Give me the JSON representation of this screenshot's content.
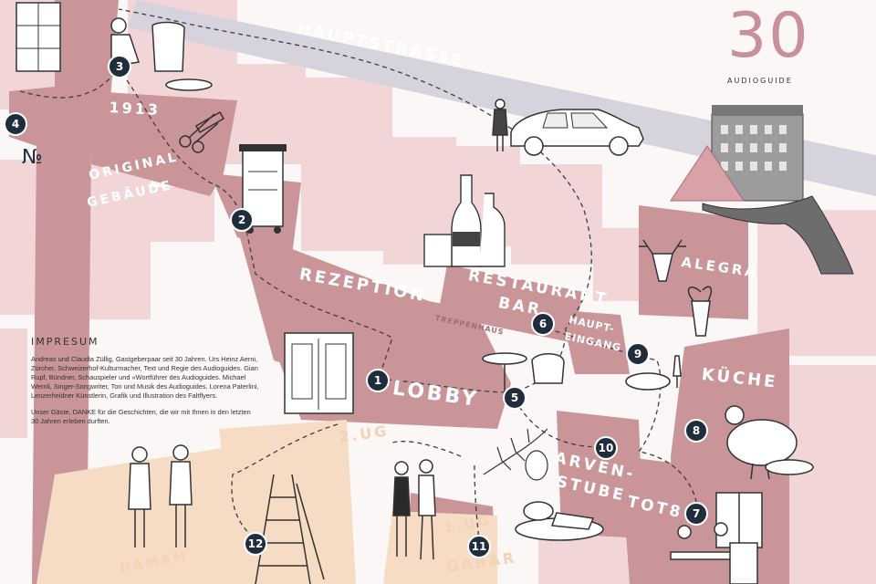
{
  "header": {
    "number": "30",
    "subtitle": "AUDIOGUIDE"
  },
  "street": {
    "label": "HAUPTSTRASSE"
  },
  "labels": {
    "original": "ORIGINAL",
    "gebaeude": "GEBÄUDE",
    "year": "1913",
    "numero": "№",
    "rezeption": "REZEPTION",
    "lobby": "LOBBY",
    "restaurant": "RESTAURANT",
    "bar": "BAR",
    "haupt": "HAUPT-",
    "eingang": "EINGANG",
    "treppenhaus": "TREPPENHAUS",
    "alegra": "ALEGRA",
    "kueche": "KÜCHE",
    "arven": "ARVEN-",
    "stube": "STUBE",
    "tot8": "TOT8",
    "ug2": "2.UG",
    "ug1": "1.UG",
    "gabar": "GABAR",
    "hamam": "HAMAM"
  },
  "markers": [
    "1",
    "2",
    "3",
    "4",
    "5",
    "6",
    "7",
    "8",
    "9",
    "10",
    "11",
    "12"
  ],
  "impressum": {
    "title": "IMPRESUM",
    "text1": "Andreas und Claudia Züllig, Gastgeberpaar seit 30 Jahren. Urs Heinz Aerni, Zürcher, Schweizerhof-Kulturmacher, Text und Regie des Audioguides. Gian Rupf, Bündner, Schauspieler und «Wortführer des Audioguides. Michael Wernli, Singer-Songwriter, Ton und Musik des Audioguides. Lorena Paterlini, Lenzerheidner Künstlerin, Grafik und Illustration des Faltflyers.",
    "text2": "Unser Gäste, DANKE für die Geschichten, die wir mit Ihnen in den letzten 30 Jahren erleben durften."
  },
  "colors": {
    "background": "#fbf7f6",
    "block_light": "#f2d6d7",
    "block_mid": "#ecc7c9",
    "corridor": "#c99598",
    "corridor_dark": "#b98387",
    "street": "#d6d3dc",
    "peach": "#f6dcc4",
    "marker": "#1f2d3d"
  }
}
